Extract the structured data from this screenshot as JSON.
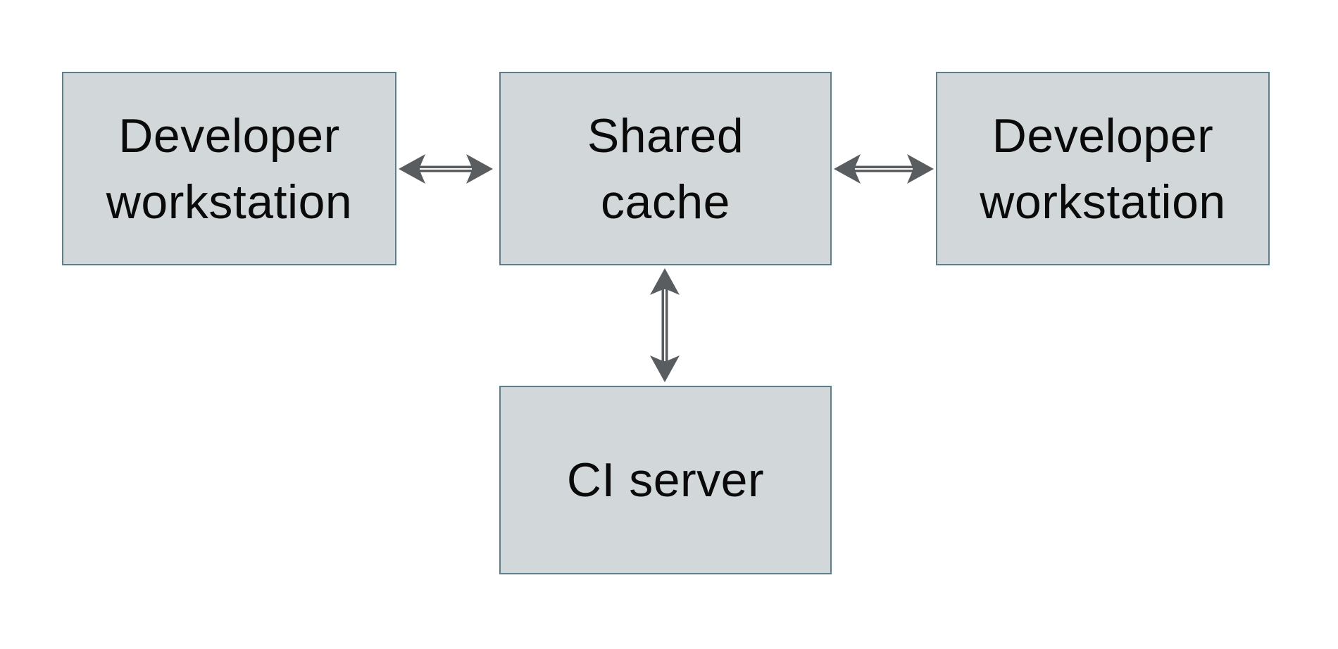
{
  "colors": {
    "background": "#ffffff",
    "node_fill": "#d2d8da",
    "node_border": "#5f7e8b",
    "arrow": "#5a5d5f",
    "text": "#0a0a0a"
  },
  "nodes": {
    "developer_workstation_left": {
      "line1": "Developer",
      "line2": "workstation"
    },
    "shared_cache": {
      "line1": "Shared",
      "line2": "cache"
    },
    "developer_workstation_right": {
      "line1": "Developer",
      "line2": "workstation"
    },
    "ci_server": {
      "line1": "CI server"
    }
  },
  "edges": [
    {
      "from": "developer_workstation_left",
      "to": "shared_cache",
      "type": "bidirectional",
      "orientation": "horizontal"
    },
    {
      "from": "shared_cache",
      "to": "developer_workstation_right",
      "type": "bidirectional",
      "orientation": "horizontal"
    },
    {
      "from": "shared_cache",
      "to": "ci_server",
      "type": "bidirectional",
      "orientation": "vertical"
    }
  ]
}
